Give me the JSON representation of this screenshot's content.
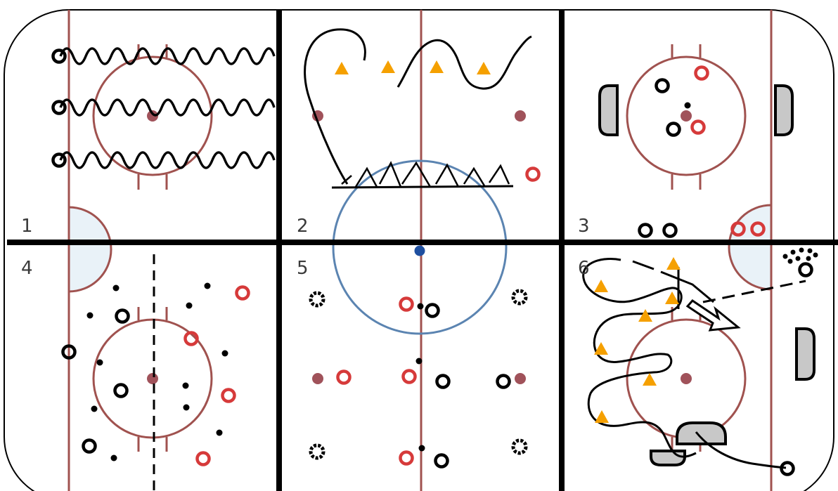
{
  "panels": [
    {
      "label": "1"
    },
    {
      "label": "2"
    },
    {
      "label": "3"
    },
    {
      "label": "4"
    },
    {
      "label": "5"
    },
    {
      "label": "6"
    }
  ],
  "colors": {
    "rink_line": "#a0524f",
    "center_circle": "#5b84b1",
    "center_dot": "#1e4fa0",
    "divider": "#000000",
    "player_black": "#000000",
    "player_red": "#d63a3a",
    "cone": "#f5a000",
    "net_fill": "#c8c8c8",
    "crease_fill": "#e9f2f8",
    "puck": "#000000"
  },
  "legend_icons": [
    "player-black-icon",
    "player-red-icon",
    "cone-icon",
    "puck-icon",
    "net-icon",
    "faceoff-dot-icon"
  ]
}
